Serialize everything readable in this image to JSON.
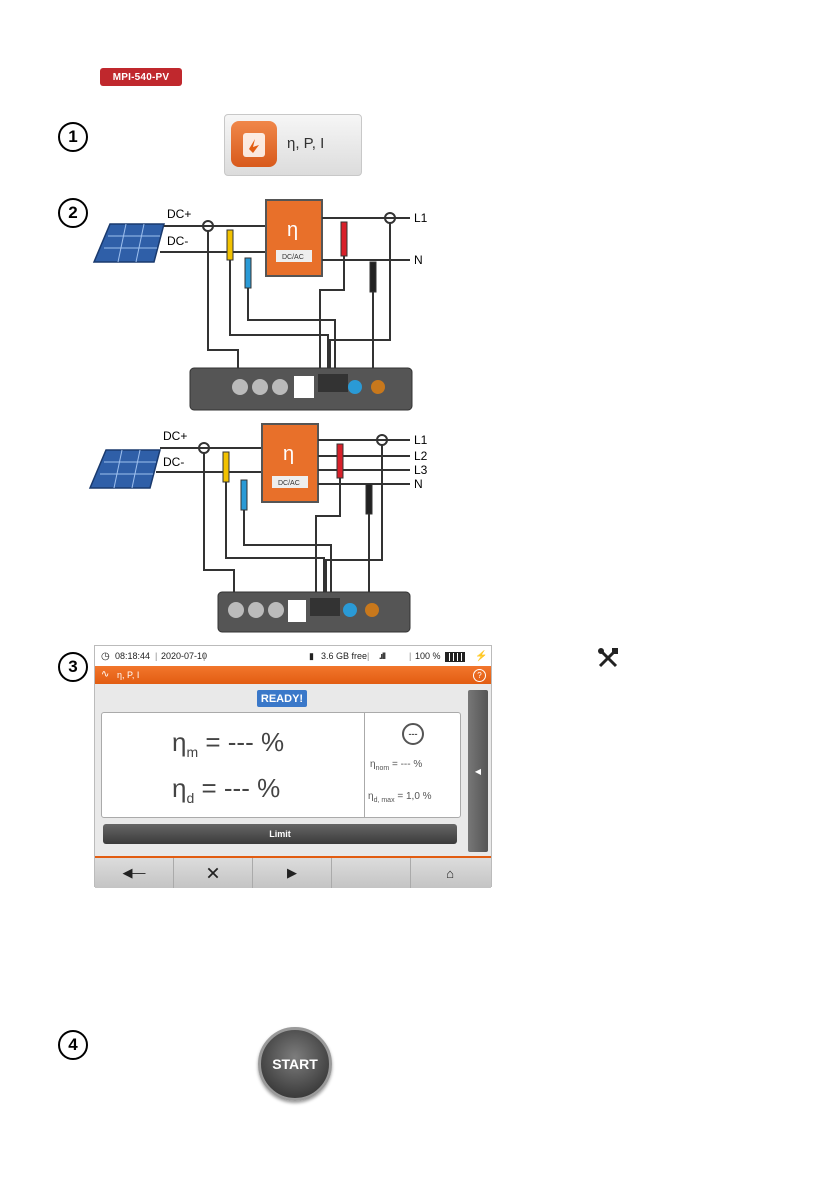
{
  "badge": "MPI-540-PV",
  "steps": [
    "1",
    "2",
    "3",
    "4"
  ],
  "tile_label": "η, P, I",
  "diagram1": {
    "dc_plus": "DC+",
    "dc_minus": "DC-",
    "device_symbol": "η",
    "device_label": "DC/AC",
    "l1": "L1",
    "n": "N"
  },
  "diagram2": {
    "dc_plus": "DC+",
    "dc_minus": "DC-",
    "device_symbol": "η",
    "device_label": "DC/AC",
    "l1": "L1",
    "l2": "L2",
    "l3": "L3",
    "n": "N"
  },
  "screen": {
    "time": "08:18:44",
    "date": "2020-07-10",
    "storage": "3.6 GB free",
    "battery": "100 %",
    "title": "η, P, I",
    "ready": "READY!",
    "eta_m_sym": "η",
    "eta_m_sub": "m",
    "eta_m_val": " = --- %",
    "eta_d_sym": "η",
    "eta_d_sub": "d",
    "eta_d_val": " = --- %",
    "status_icon": "---",
    "eta_nom_sym": "η",
    "eta_nom_sub": "nom",
    "eta_nom_val": " = --- %",
    "eta_dmax_sym": "η",
    "eta_dmax_sub": "d, max",
    "eta_dmax_val": " = 1,0 %",
    "limit": "Limit",
    "side_arrow": "◀"
  },
  "settings_icon_glyph": "✕",
  "start": "START",
  "colors": {
    "orange": "#e25d12",
    "badge_red": "#c0282d",
    "ready_blue": "#3a78c9",
    "yellow_probe": "#f2c200",
    "blue_probe": "#2a9ad6",
    "red_probe": "#d8202a"
  }
}
